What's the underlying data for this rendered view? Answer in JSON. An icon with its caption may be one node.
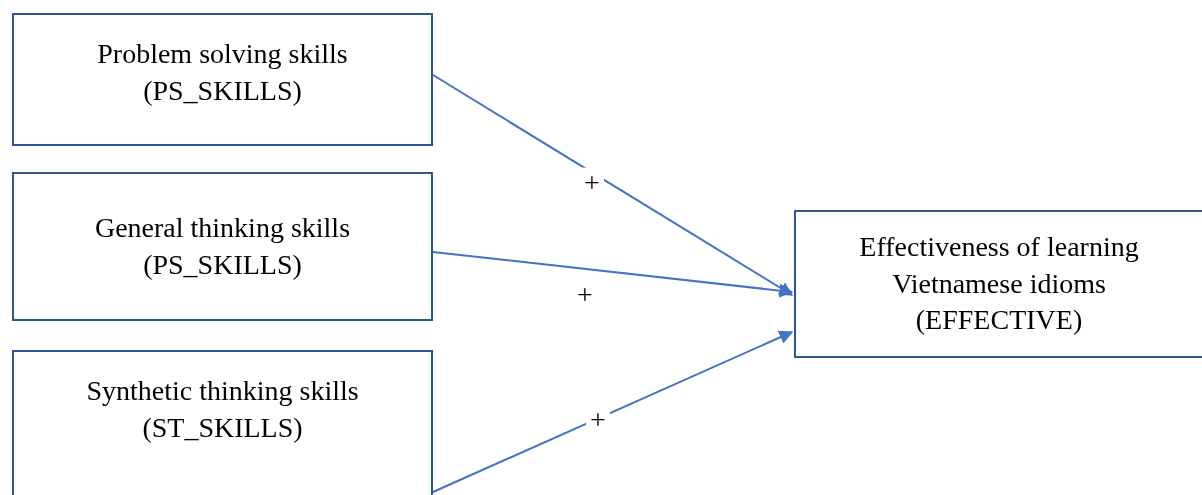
{
  "diagram": {
    "nodes": [
      {
        "text": [
          "Problem solving skills (PS_SKILLS)"
        ]
      },
      {
        "text": [
          "General thinking skills (PS_SKILLS)"
        ]
      },
      {
        "text": [
          "Synthetic thinking skills (ST_SKILLS)"
        ]
      },
      {
        "text": [
          "Effectiveness of learning Vietnamese idioms (EFFECTIVE)"
        ]
      }
    ],
    "edges": [
      {
        "from": 0,
        "to": 3,
        "arrow": "to",
        "label": "+"
      },
      {
        "from": 1,
        "to": 3,
        "arrow": "to",
        "label": "+"
      },
      {
        "from": 2,
        "to": 3,
        "arrow": "to",
        "label": "+"
      }
    ]
  }
}
